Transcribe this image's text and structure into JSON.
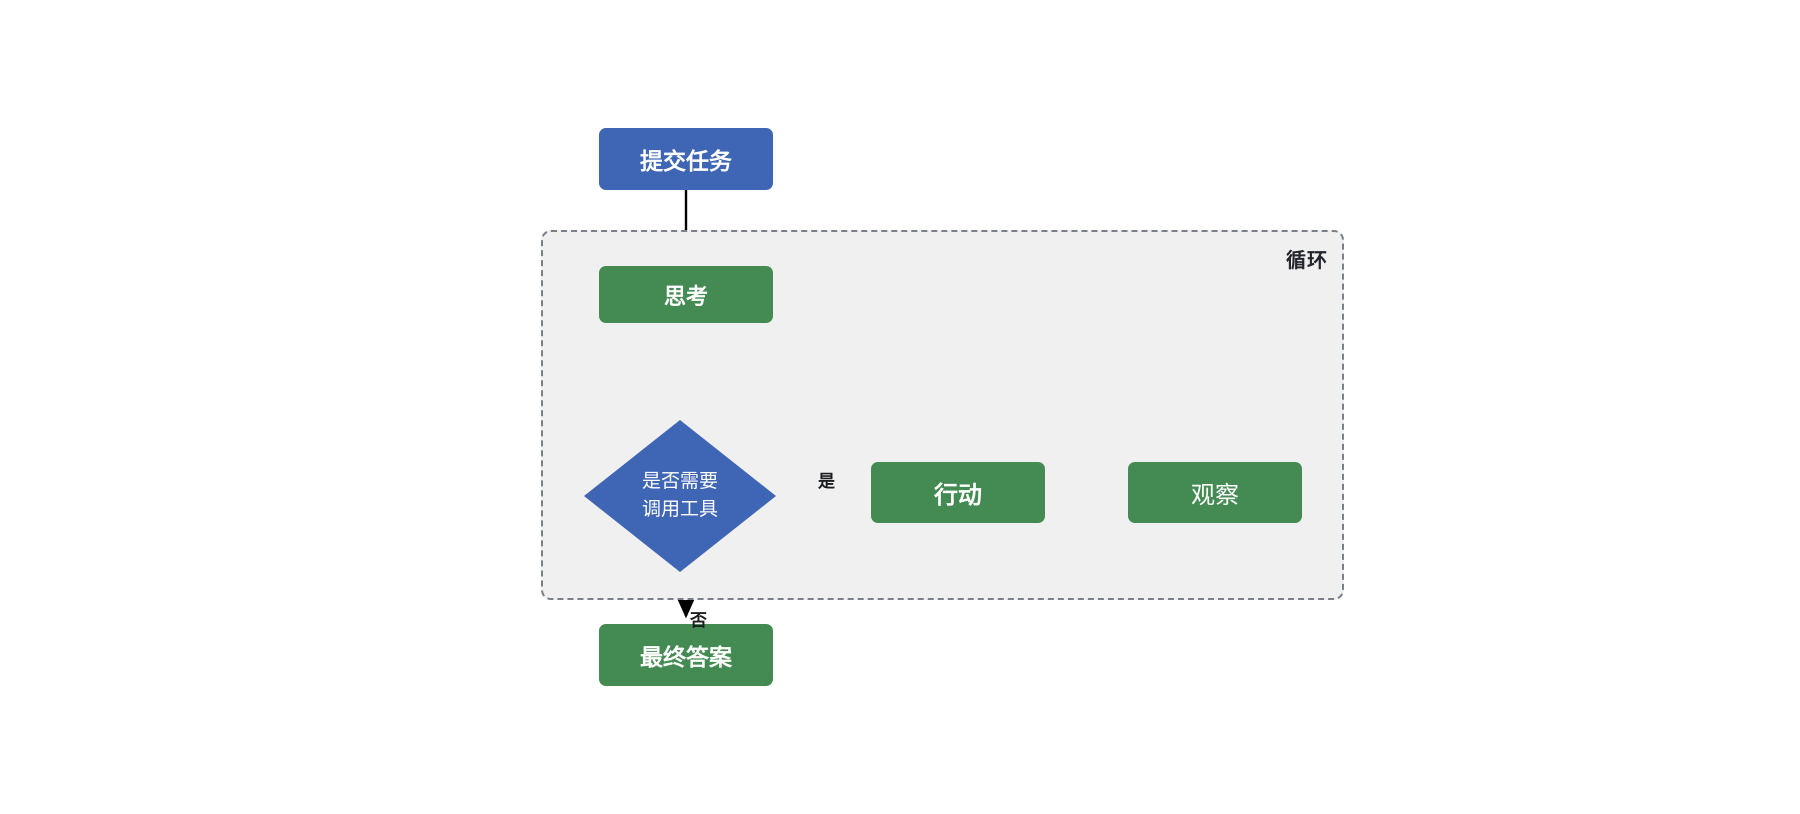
{
  "diagram": {
    "title": "ReAct Agent Loop Flowchart",
    "type": "flowchart",
    "orientation": "top-to-bottom",
    "colors": {
      "blue": "#3f65b5",
      "green": "#438b52",
      "loop_background": "#f0f0f0",
      "loop_border": "#7a7f8a",
      "black_edge": "#000000",
      "green_edge": "#3f8a4f",
      "label_text": "#1b1d21",
      "node_text": "#ffffff",
      "page_background": "#ffffff"
    }
  },
  "loop_group": {
    "label": "循环"
  },
  "nodes": {
    "submit": {
      "label": "提交任务",
      "shape": "rounded-rect",
      "color": "blue"
    },
    "think": {
      "label": "思考",
      "shape": "rounded-rect",
      "color": "green"
    },
    "decision": {
      "label_line1": "是否需要",
      "label_line2": "调用工具",
      "shape": "diamond",
      "color": "blue"
    },
    "action": {
      "label": "行动",
      "shape": "rounded-rect",
      "color": "green"
    },
    "observe": {
      "label": "观察",
      "shape": "rounded-rect",
      "color": "green"
    },
    "final": {
      "label": "最终答案",
      "shape": "rounded-rect",
      "color": "green"
    }
  },
  "edges": {
    "submit_to_think": {
      "label": "",
      "color": "black"
    },
    "think_to_decision": {
      "label": "",
      "color": "green"
    },
    "decision_to_action": {
      "label": "是",
      "color": "green"
    },
    "action_to_observe": {
      "label": "",
      "color": "green"
    },
    "observe_to_think": {
      "label": "",
      "color": "green"
    },
    "decision_to_final": {
      "label": "否",
      "color": "black"
    }
  }
}
